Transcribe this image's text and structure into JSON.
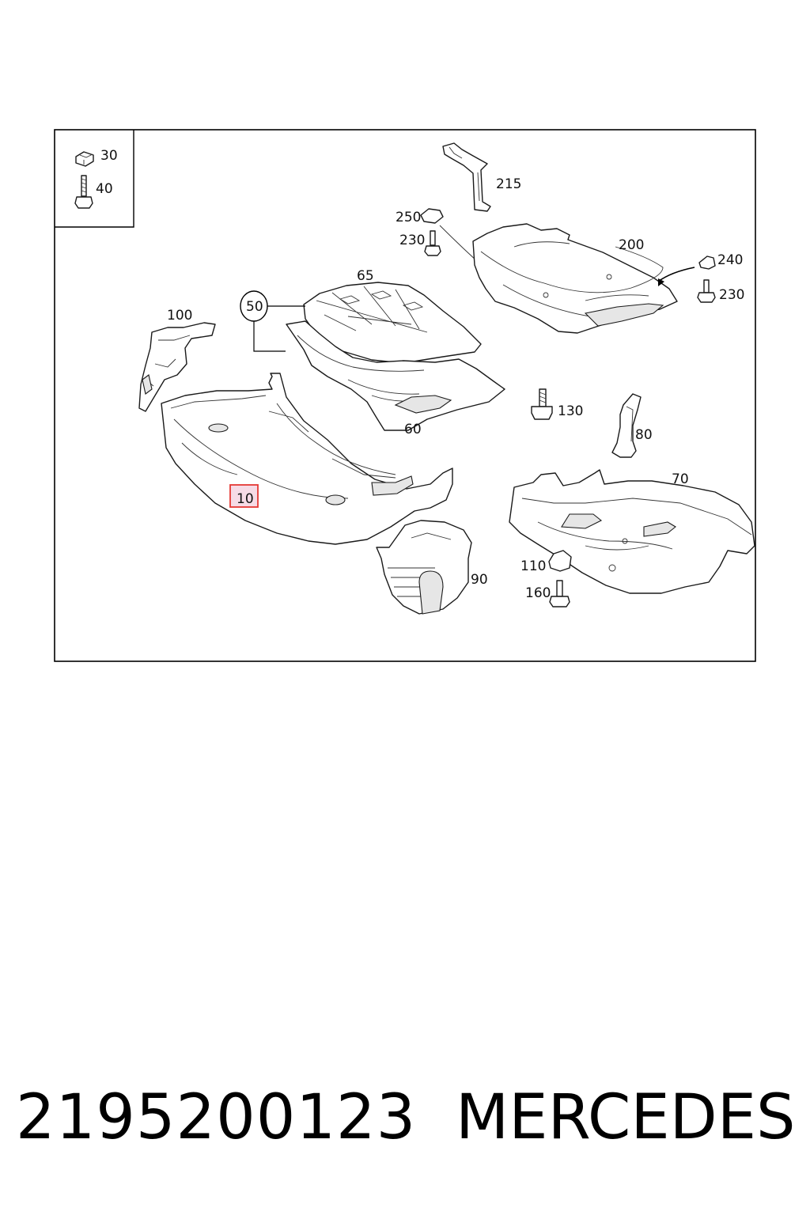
{
  "legend": {
    "items": [
      {
        "label": "30",
        "icon": "clip-nut-icon"
      },
      {
        "label": "40",
        "icon": "screw-icon"
      }
    ]
  },
  "callouts": {
    "c10": "10",
    "c50": "50",
    "c60": "60",
    "c65": "65",
    "c70": "70",
    "c80": "80",
    "c90": "90",
    "c100": "100",
    "c110": "110",
    "c130": "130",
    "c160": "160",
    "c200": "200",
    "c215": "215",
    "c230a": "230",
    "c230b": "230",
    "c240": "240",
    "c250": "250"
  },
  "highlight": {
    "callout": "10",
    "color": "#e53935",
    "fill": "#f6dbe6"
  },
  "footer": {
    "part_number": "2195200123",
    "brand": "MERCEDES"
  }
}
